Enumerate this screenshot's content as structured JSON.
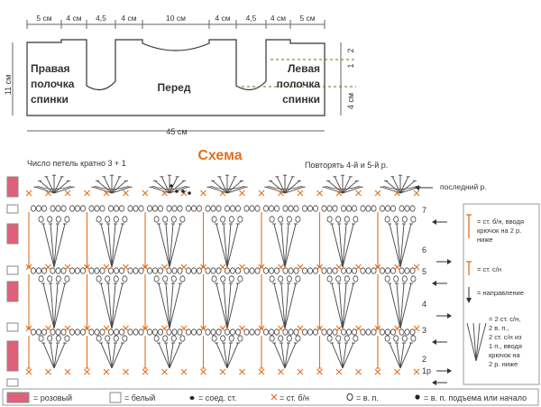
{
  "pattern": {
    "dimensions_top": [
      "5 см",
      "4 см",
      "4,5",
      "4 см",
      "10 см",
      "4 см",
      "4,5",
      "4 см",
      "5 см"
    ],
    "height_label": "11 см",
    "right_dims": [
      "1",
      "2",
      "4 см"
    ],
    "width_label": "45 см",
    "labels": {
      "right_back": [
        "Правая",
        "полочка",
        "спинки"
      ],
      "front": "Перед",
      "left_back": [
        "Левая",
        "полочка",
        "спинки"
      ]
    }
  },
  "scheme": {
    "title": "Схема",
    "multiple_note": "Число петель кратно 3 + 1",
    "repeat_note": "Повторять 4-й и 5-й р.",
    "last_row_label": "последний р.",
    "row_numbers": [
      "7",
      "6",
      "5",
      "4",
      "3",
      "2",
      "1р"
    ]
  },
  "side_legend": {
    "sc_low": [
      "= ст. б/н, вводя",
      "крючок на 2 р.",
      "ниже"
    ],
    "dc": "= ст. с/н",
    "direction": "= направление",
    "fan": [
      "= 2 ст. с/н,",
      "2 в. п.,",
      "2 ст. с/н из",
      "1 п., вводя",
      "крючок на",
      "2 р. ниже"
    ]
  },
  "bottom_legend": [
    {
      "symbol": "pink-square",
      "text": "= розовый"
    },
    {
      "symbol": "white-square",
      "text": "= белый"
    },
    {
      "symbol": "slip-stitch",
      "text": "= соед. ст."
    },
    {
      "symbol": "single-crochet",
      "text": "= ст. б/н"
    },
    {
      "symbol": "chain",
      "text": "= в. п."
    },
    {
      "symbol": "turning-chain",
      "text": "= в. п. подъема или начало"
    }
  ],
  "colors": {
    "pink": "#e0607a",
    "orange": "#e07020",
    "grid": "#5a7a9a",
    "text": "#333333",
    "symbol": "#444444"
  }
}
